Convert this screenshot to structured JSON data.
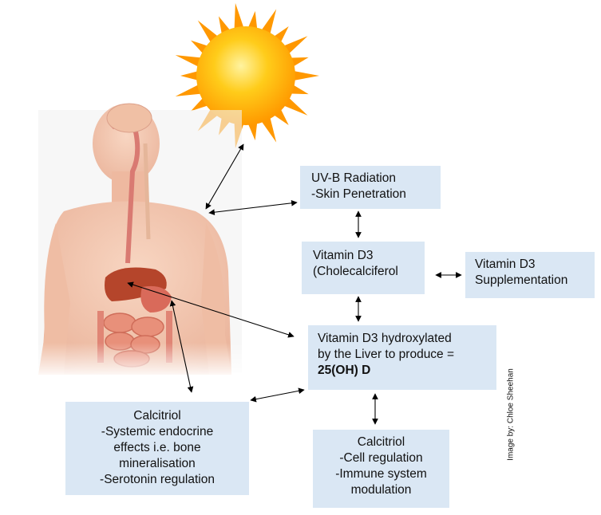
{
  "boxes": {
    "uvb": {
      "line1": "UV-B Radiation",
      "line2": "-Skin Penetration"
    },
    "vitamin_d3": {
      "line1": "Vitamin D3",
      "line2": "(Cholecalciferol"
    },
    "supplementation": {
      "line1": "Vitamin D3",
      "line2": "Supplementation"
    },
    "hydroxylated": {
      "line1": "Vitamin D3 hydroxylated",
      "line2": "by the Liver to produce =",
      "line3": "25(OH) D"
    },
    "calcitriol_systemic": {
      "line1": "Calcitriol",
      "line2": "-Systemic endocrine",
      "line3": "effects i.e. bone",
      "line4": "mineralisation",
      "line5": "-Serotonin regulation"
    },
    "calcitriol_cell": {
      "line1": "Calcitriol",
      "line2": "-Cell regulation",
      "line3": "-Immune system",
      "line4": "modulation"
    }
  },
  "credit": "Image by: Chloe Sheehan",
  "colors": {
    "box_fill": "#dae7f4",
    "sun_core": "#ffb300",
    "sun_rays": "#ff9800",
    "skin": "#f4c4a8",
    "liver": "#b5452b",
    "intestine": "#e8907a",
    "arrow": "#000000"
  }
}
